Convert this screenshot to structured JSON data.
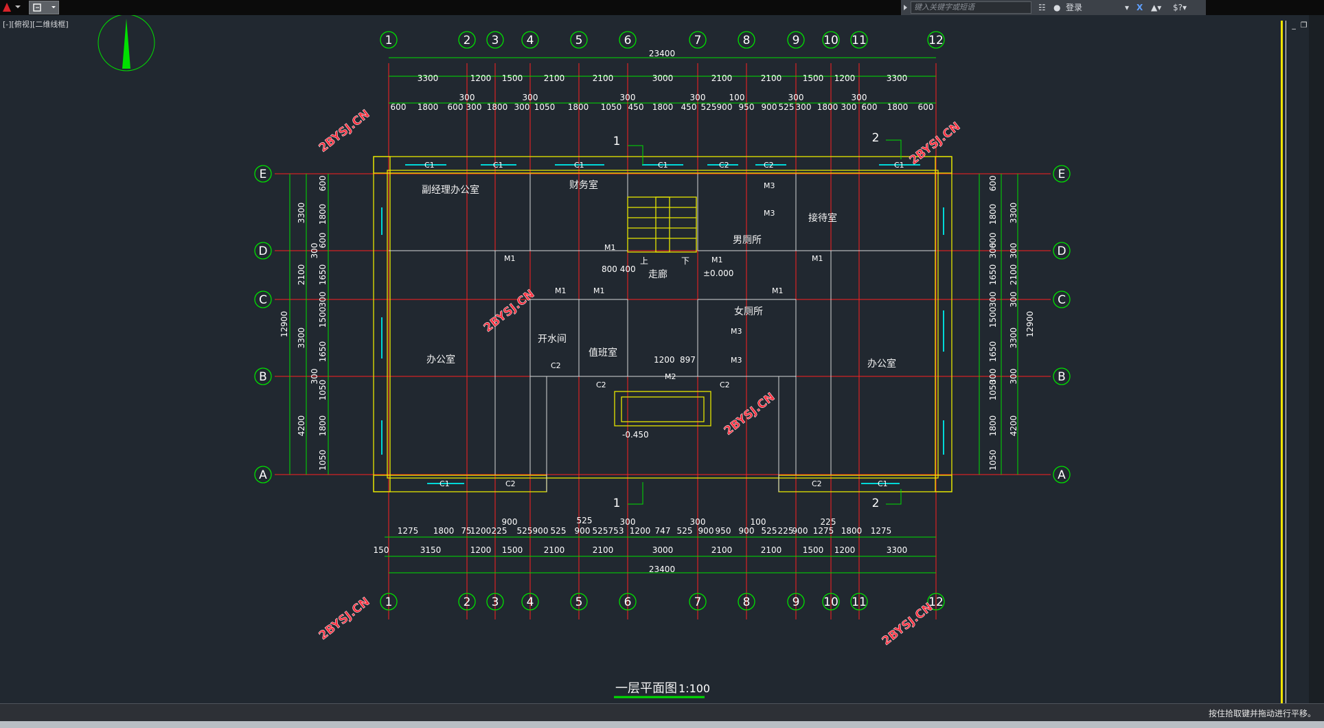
{
  "app": {
    "viewport_label": "[-][俯视][二维线框]",
    "search_placeholder": "键入关键字或短语",
    "login_label": "登录",
    "status_hint": "按住拾取键并拖动进行平移。",
    "accent_color": "#00ff00"
  },
  "drawing": {
    "title": "一层平面图",
    "scale": "1:100",
    "watermark": "2BYSJ.CN",
    "grid_cols": [
      "1",
      "2",
      "3",
      "4",
      "5",
      "6",
      "7",
      "8",
      "9",
      "10",
      "11",
      "12"
    ],
    "grid_rows": [
      "E",
      "D",
      "C",
      "B",
      "A"
    ],
    "total_width": "23400",
    "total_depth": "12900",
    "top_dims_row1": [
      "3300",
      "1200",
      "1500",
      "2100",
      "2100",
      "3000",
      "2100",
      "2100",
      "1500",
      "1200",
      "3300"
    ],
    "top_dims_row2": [
      "600",
      "1800",
      "600",
      "300",
      "1800",
      "300",
      "1050",
      "1800",
      "1050",
      "450",
      "1800",
      "450",
      "525",
      "900",
      "950",
      "900",
      "525",
      "300",
      "1800",
      "300",
      "600",
      "1800",
      "600"
    ],
    "top_dims_extra": [
      "300",
      "300",
      "300",
      "300",
      "100",
      "300",
      "300"
    ],
    "bottom_dims_row1": [
      "150",
      "3150",
      "1200",
      "1500",
      "2100",
      "2100",
      "3000",
      "2100",
      "2100",
      "1500",
      "1200",
      "3300"
    ],
    "bottom_dims_row2": [
      "1275",
      "1800",
      "75",
      "1200",
      "225",
      "525",
      "900",
      "525",
      "900",
      "525",
      "753",
      "1200",
      "747",
      "525",
      "900",
      "950",
      "900",
      "525",
      "225",
      "900",
      "1275",
      "1800",
      "1275"
    ],
    "bottom_dims_extra": [
      "900",
      "525",
      "300",
      "300",
      "100",
      "225"
    ],
    "left_dims_outer": [
      "3300",
      "2100",
      "3300",
      "4200"
    ],
    "left_dims_inner": [
      "600",
      "1800",
      "600",
      "300",
      "1650",
      "300",
      "1500",
      "1650",
      "300",
      "1050",
      "1800",
      "1050"
    ],
    "right_dims_outer": [
      "3300",
      "300",
      "2100",
      "300",
      "3300",
      "300",
      "4200"
    ],
    "right_dims_inner": [
      "600",
      "1800",
      "600",
      "300",
      "1650",
      "300",
      "1500",
      "1650",
      "300",
      "1050",
      "1800",
      "1050"
    ],
    "rooms": [
      {
        "name": "副经理办公室"
      },
      {
        "name": "财务室"
      },
      {
        "name": "男厕所"
      },
      {
        "name": "接待室"
      },
      {
        "name": "走廊"
      },
      {
        "name": "开水间"
      },
      {
        "name": "值班室"
      },
      {
        "name": "女厕所"
      },
      {
        "name": "办公室"
      },
      {
        "name": "办公室"
      }
    ],
    "labels": {
      "elev_floor": "±0.000",
      "elev_out": "-0.450",
      "up": "上",
      "down": "下",
      "stair_dims": "800 400",
      "door_dims_1": "1200",
      "door_dims_2": "897",
      "section1": "1",
      "section2": "2"
    },
    "tags": [
      "C1",
      "C2",
      "M1",
      "M2",
      "M3"
    ]
  }
}
